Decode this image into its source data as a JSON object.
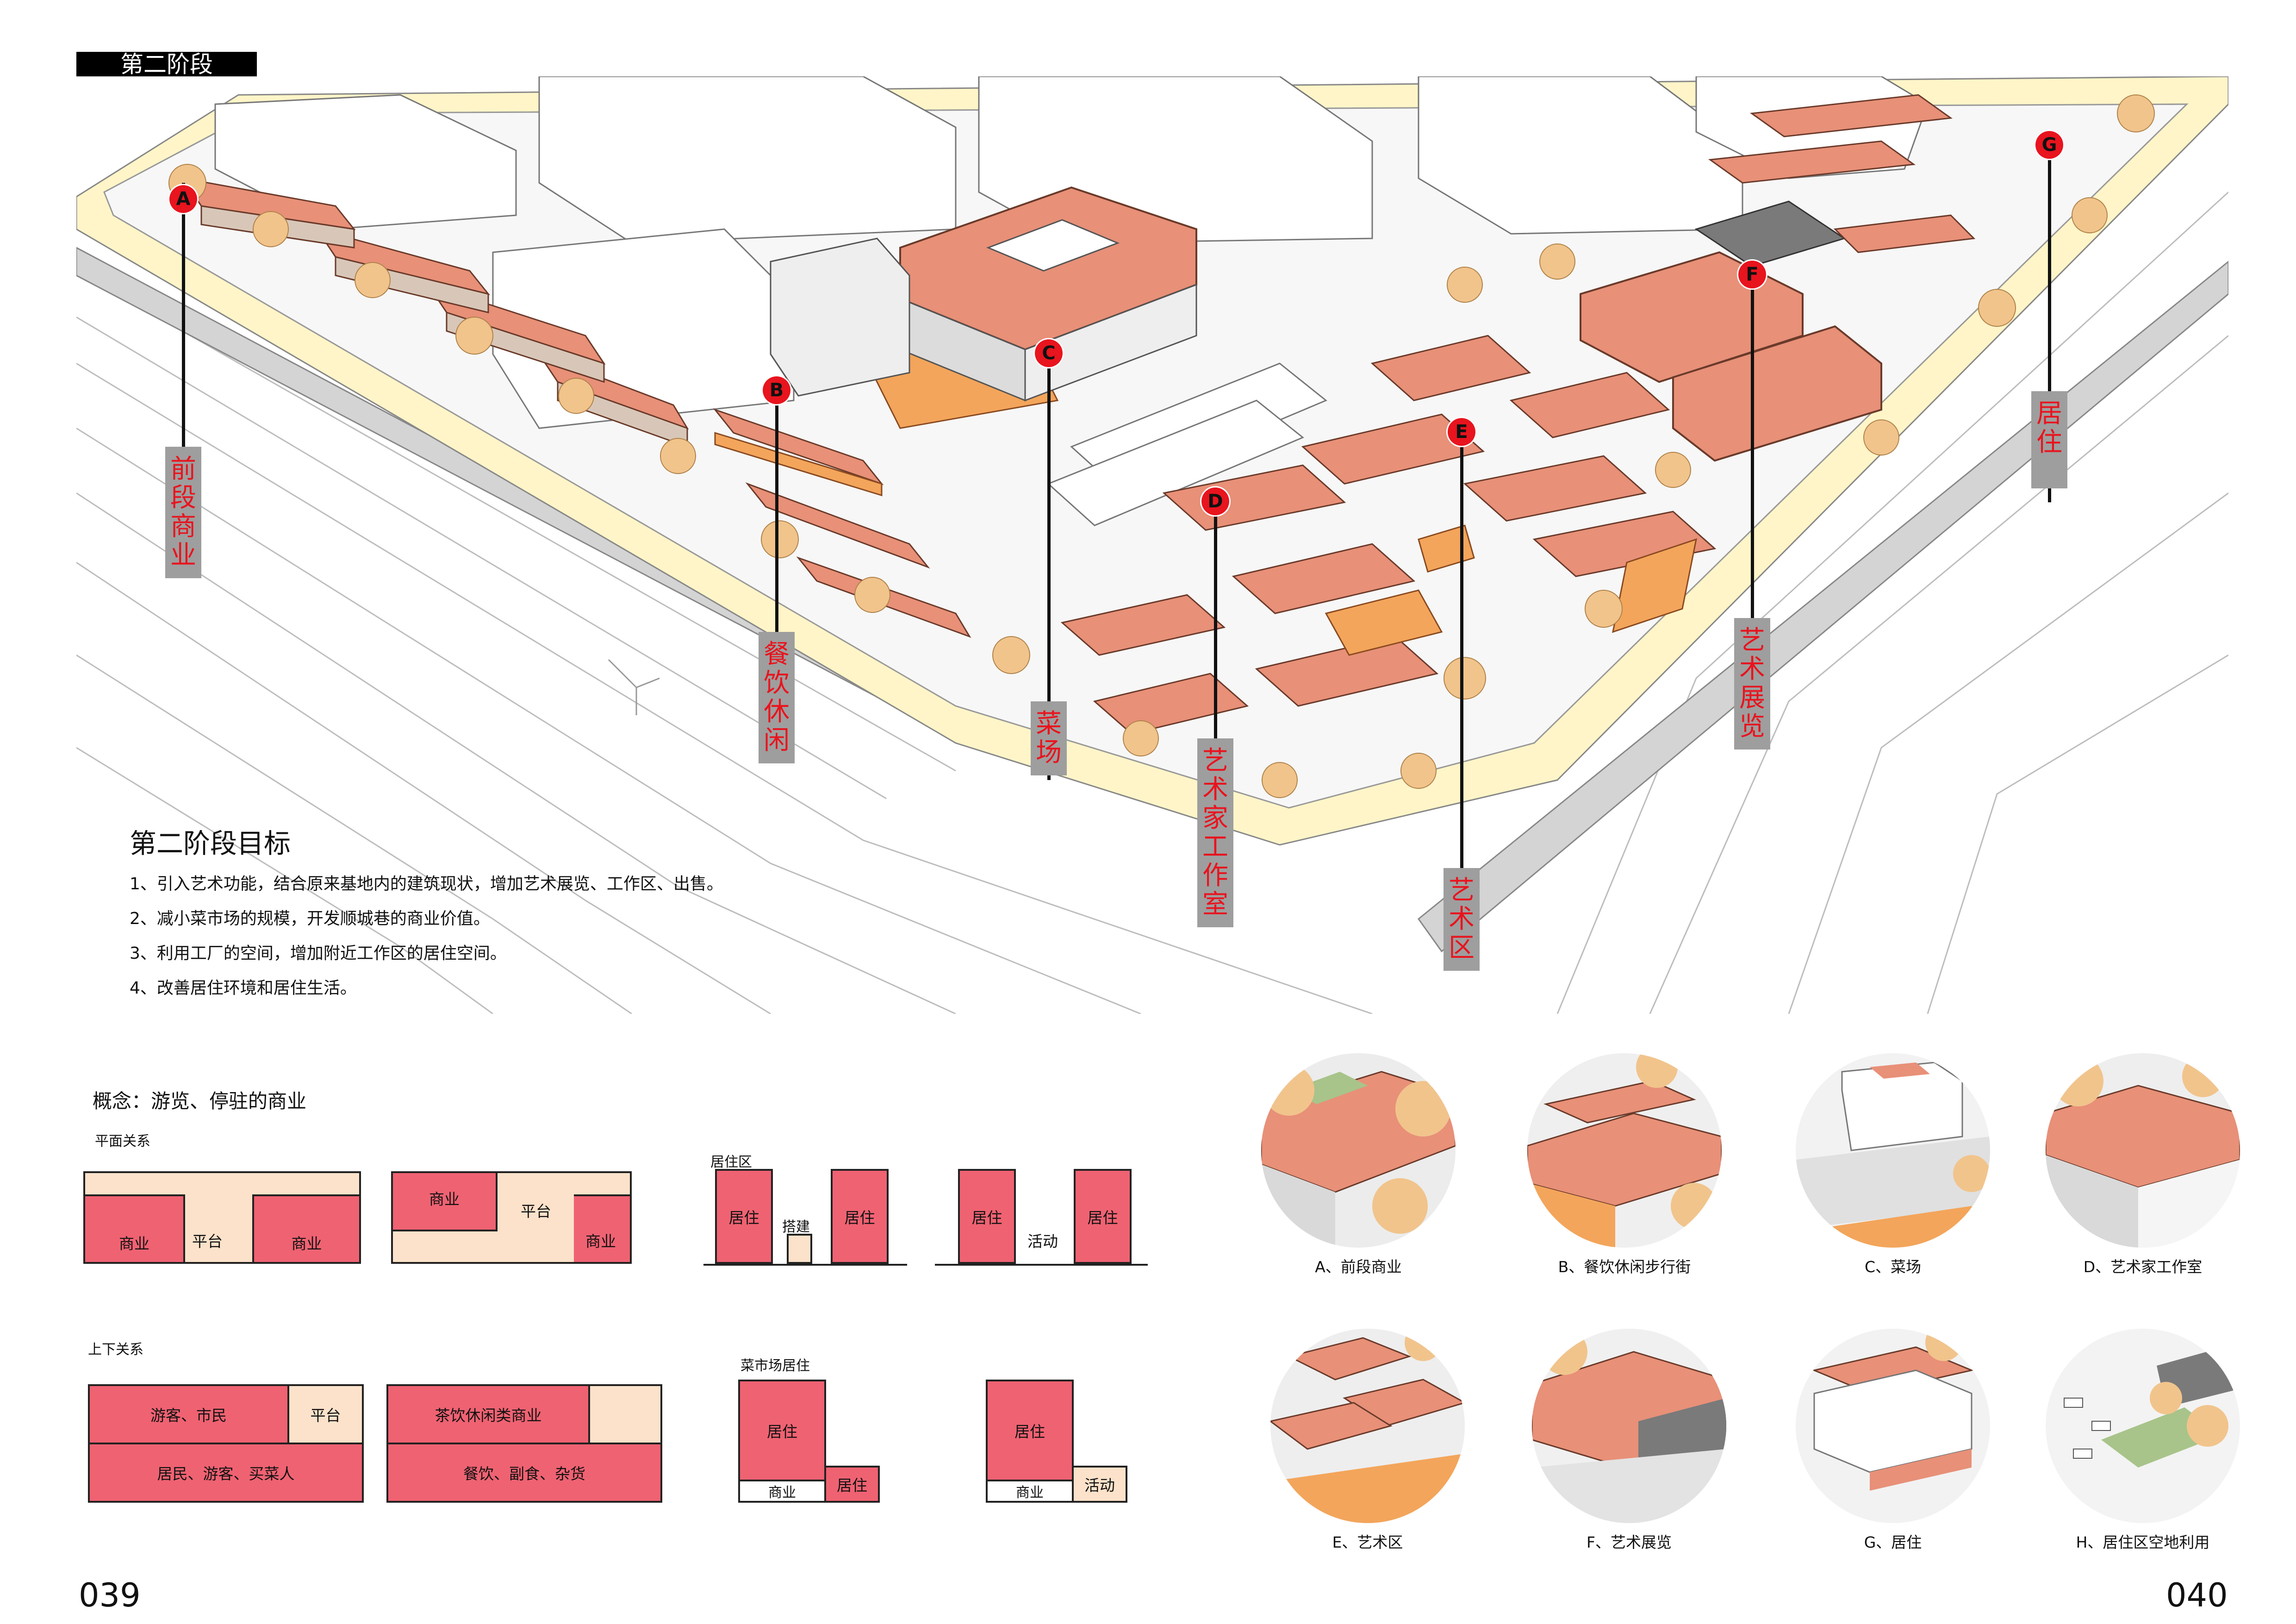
{
  "header": {
    "phase_title": "第二阶段"
  },
  "zones": [
    {
      "letter": "A",
      "label": "前段商业"
    },
    {
      "letter": "B",
      "label": "餐饮休闲"
    },
    {
      "letter": "C",
      "label": "菜场"
    },
    {
      "letter": "D",
      "label": "艺术家工作室"
    },
    {
      "letter": "E",
      "label": "艺术区"
    },
    {
      "letter": "F",
      "label": "艺术展览"
    },
    {
      "letter": "G",
      "label": "居住"
    }
  ],
  "goals": {
    "title": "第二阶段目标",
    "items": [
      "1、引入艺术功能，结合原来基地内的建筑现状，增加艺术展览、工作区、出售。",
      "2、减小菜市场的规模，开发顺城巷的商业价值。",
      "3、利用工厂的空间，增加附近工作区的居住空间。",
      "4、改善居住环境和居住生活。"
    ]
  },
  "concept": {
    "title": "概念：游览、停驻的商业",
    "plan_relation": {
      "title": "平面关系",
      "d1": {
        "left": "商业",
        "middle": "平台",
        "right": "商业"
      },
      "d2": {
        "top_left": "商业",
        "middle": "平台",
        "bottom_right": "商业"
      },
      "d3": {
        "title": "居住区",
        "left": "居住",
        "middle": "搭建",
        "right": "居住"
      },
      "d4": {
        "left": "居住",
        "middle": "活动",
        "right": "居住"
      }
    },
    "vertical_relation": {
      "title": "上下关系",
      "d1": {
        "top": "游客、市民",
        "top_right": "平台",
        "bottom": "居民、游客、买菜人"
      },
      "d2": {
        "top": "茶饮休闲类商业",
        "bottom": "餐饮、副食、杂货"
      },
      "d3": {
        "title": "菜市场居住",
        "tall": "居住",
        "bottom_left": "商业",
        "small": "居住"
      },
      "d4": {
        "tall": "居住",
        "bottom_left": "商业",
        "small": "活动"
      }
    }
  },
  "thumbnails": [
    "A、前段商业",
    "B、餐饮休闲步行街",
    "C、菜场",
    "D、艺术家工作室",
    "E、艺术区",
    "F、艺术展览",
    "G、居住",
    "H、居住区空地利用"
  ],
  "page_numbers": {
    "left": "039",
    "right": "040"
  },
  "colors": {
    "callout": "#e8141e",
    "roof": "#e89078",
    "road": "#fff5c8",
    "accent_orange": "#f3a55b",
    "commerce": "#ef6272",
    "platform": "#fce2ca"
  }
}
